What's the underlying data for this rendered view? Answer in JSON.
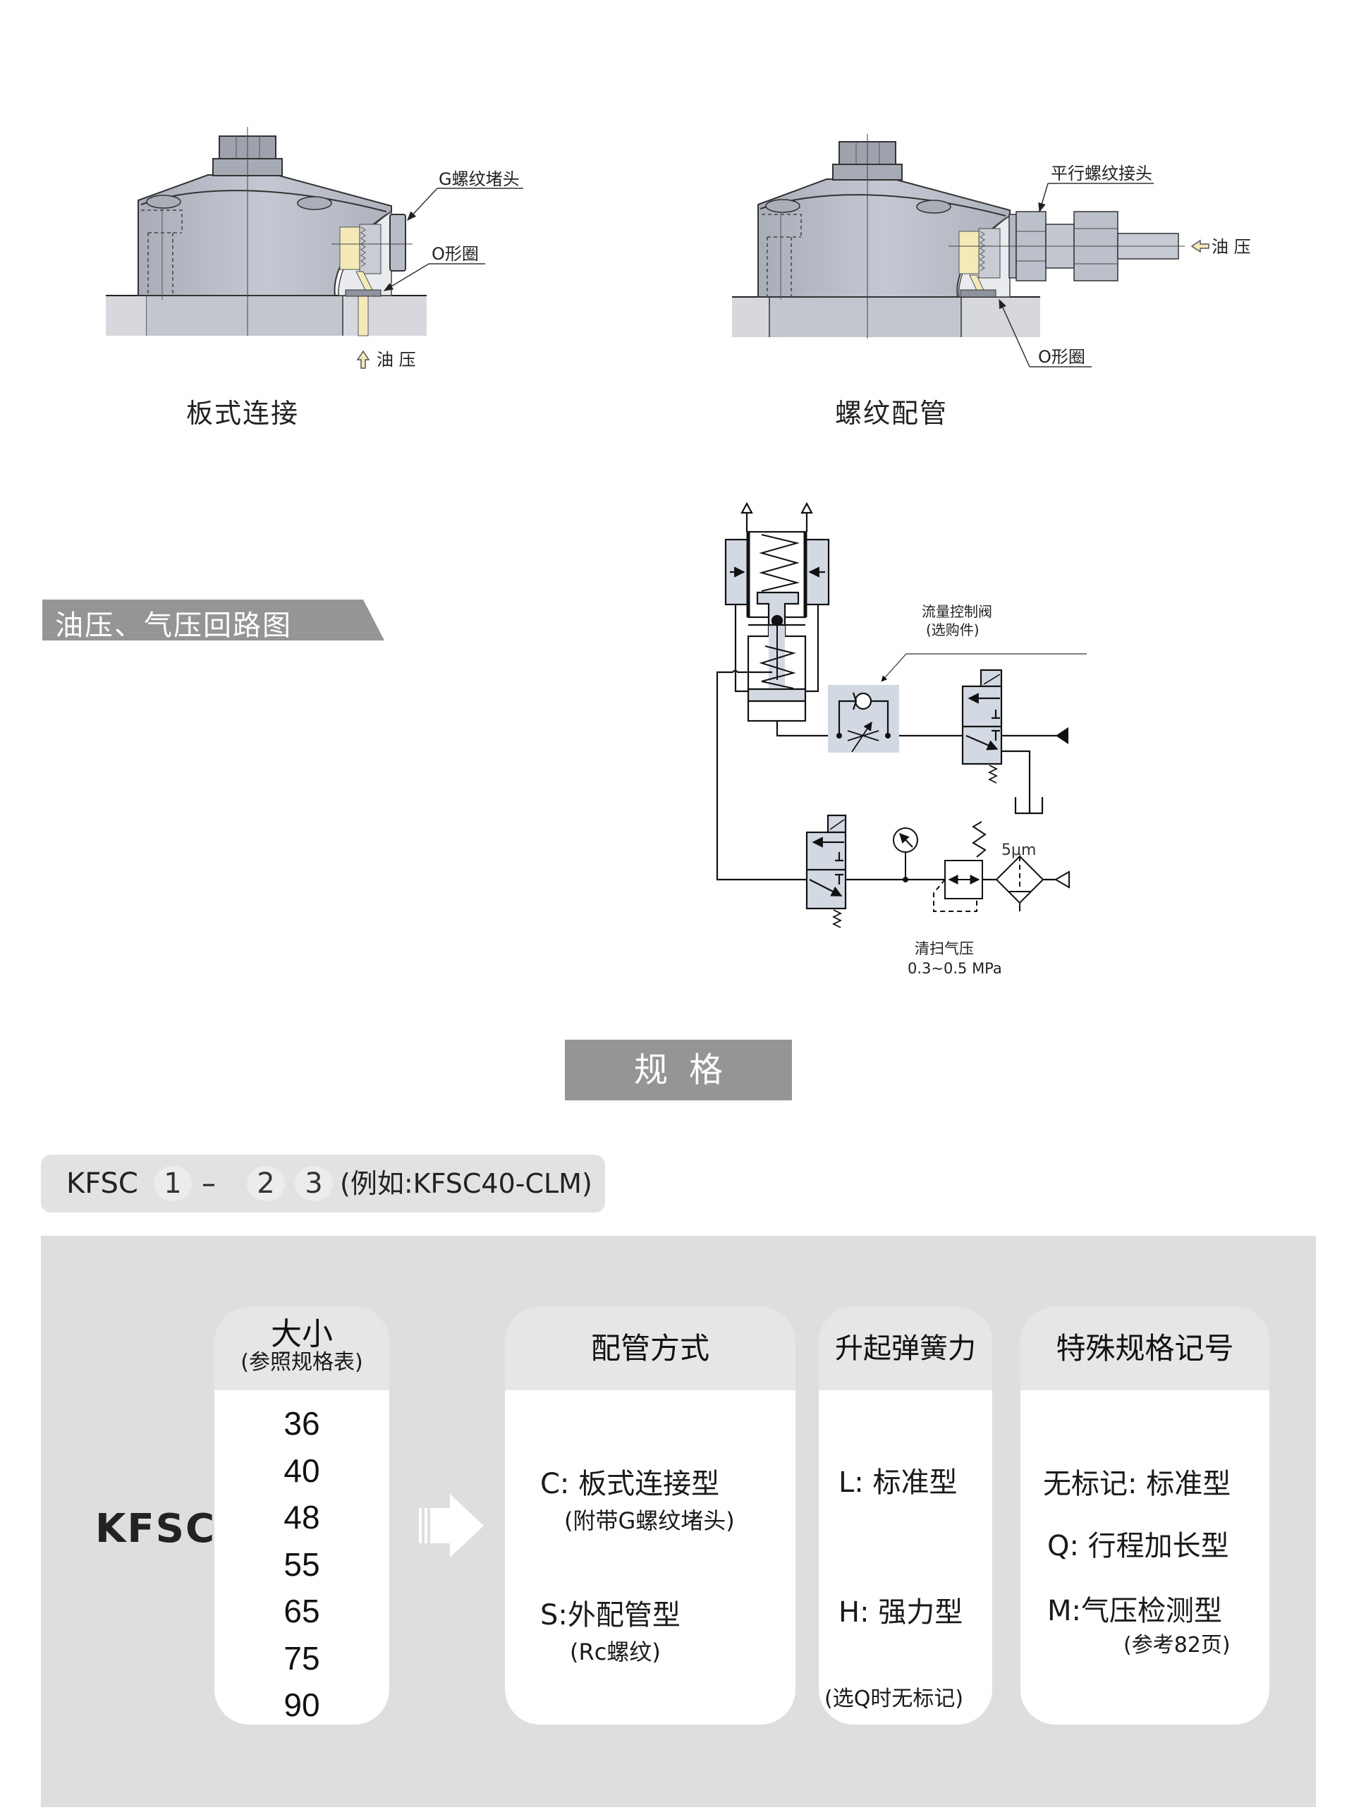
{
  "figures": {
    "subplate": {
      "caption": "板式连接",
      "labels": {
        "plug": "G螺纹堵头",
        "oring": "O形圈",
        "oil": "油 压"
      }
    },
    "threaded": {
      "caption": "螺纹配管",
      "labels": {
        "fitting": "平行螺纹接头",
        "oring": "O形圈",
        "oil": "油 压"
      }
    }
  },
  "circuit_section": {
    "title": "油压、气压回路图",
    "labels": {
      "flow_valve": "流量控制阀",
      "flow_valve_note": "(选购件)",
      "filter_rating": "5μm",
      "purge_pressure": "清扫气压",
      "purge_range": "0.3~0.5 MPa"
    }
  },
  "spec_section": {
    "title": "规格",
    "model_code": {
      "prefix": "KFSC",
      "slot1": "1",
      "dash": "–",
      "slot2": "2",
      "slot3": "3",
      "example": "(例如:KFSC40-CLM)"
    },
    "table": {
      "model_label": "KFSC",
      "size": {
        "header": "大小",
        "subheader": "(参照规格表)",
        "values": [
          "36",
          "40",
          "48",
          "55",
          "65",
          "75",
          "90"
        ]
      },
      "piping": {
        "header": "配管方式",
        "options": [
          {
            "label": "C: 板式连接型",
            "note": "(附带G螺纹堵头)"
          },
          {
            "label": "S:外配管型",
            "note": "(Rc螺纹)"
          }
        ]
      },
      "spring": {
        "header": "升起弹簧力",
        "options": [
          {
            "label": "L: 标准型"
          },
          {
            "label": "H: 强力型"
          }
        ],
        "note": "(选Q时无标记)"
      },
      "special": {
        "header": "特殊规格记号",
        "options": [
          {
            "label": "无标记: 标准型"
          },
          {
            "label": "Q: 行程加长型"
          },
          {
            "label": "M:气压检测型",
            "note": "(参考82页)"
          }
        ]
      }
    }
  },
  "colors": {
    "banner_gray": "#959595",
    "panel_gray": "#dedede",
    "body_metal": "#b9bdc7",
    "oil_yellow": "#f3eab8",
    "valve_fill": "#d3d9e3"
  }
}
